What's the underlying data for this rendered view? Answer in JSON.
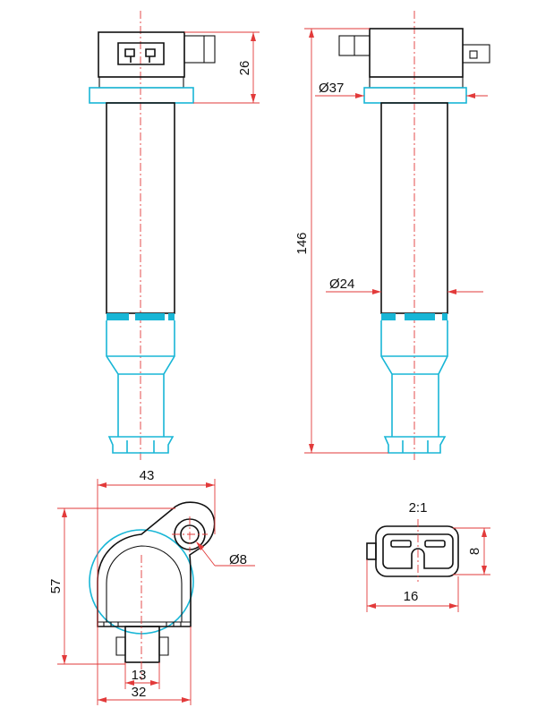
{
  "drawing": {
    "dimensions": {
      "height_top": "26",
      "diameter_flange": "Ø37",
      "total_length": "146",
      "diameter_body": "Ø24",
      "width_top_view": "43",
      "diameter_hole": "Ø8",
      "height_top_view": "57",
      "width_inner": "13",
      "width_base": "32",
      "connector_scale": "2:1",
      "connector_height": "8",
      "connector_width": "16"
    },
    "colors": {
      "outline": "#111111",
      "boot": "#18b6d6",
      "dimension": "#e23a3a"
    }
  }
}
